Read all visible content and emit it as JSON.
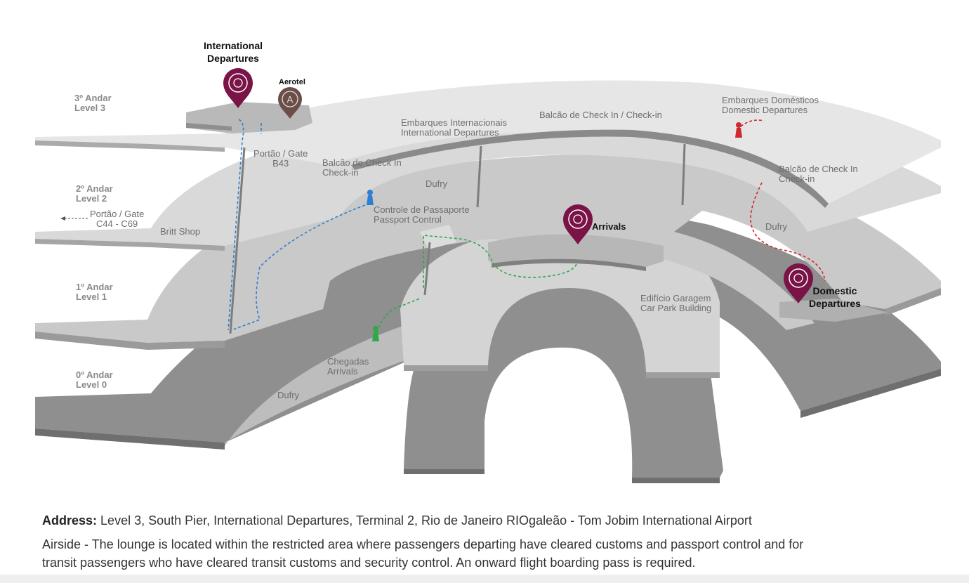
{
  "levels": [
    {
      "pt": "3º Andar",
      "en": "Level 3"
    },
    {
      "pt": "2º Andar",
      "en": "Level 2"
    },
    {
      "pt": "1º Andar",
      "en": "Level 1"
    },
    {
      "pt": "0º Andar",
      "en": "Level 0"
    }
  ],
  "markers": {
    "intl_departures": [
      "International",
      "Departures"
    ],
    "aerotel": "Aerotel",
    "aerotel_glyph": "A",
    "arrivals": "Arrivals",
    "domestic_departures": [
      "Domestic",
      "Departures"
    ]
  },
  "labels": {
    "gate_b43": [
      "Portão / Gate",
      "B43"
    ],
    "gate_c44": [
      "Portão / Gate",
      "C44 - C69"
    ],
    "britt_shop": "Britt Shop",
    "checkin_left": [
      "Balcão de Check In",
      "Check-in"
    ],
    "embarques_intl": [
      "Embarques Internacionais",
      "International Departures"
    ],
    "checkin_top": "Balcão de Check In / Check-in",
    "embarques_dom": [
      "Embarques Domésticos",
      "Domestic Departures"
    ],
    "checkin_right": [
      "Balcão de Check In",
      "Check-in"
    ],
    "dufry_l2": "Dufry",
    "passport": [
      "Controle de Passaporte",
      "Passport Control"
    ],
    "dufry_right": "Dufry",
    "garagem": [
      "Edifício Garagem",
      "Car Park Building"
    ],
    "chegadas": [
      "Chegadas",
      "Arrivals"
    ],
    "dufry_l0": "Dufry"
  },
  "footer": {
    "address_label": "Address:",
    "address": "Level 3, South Pier, International Departures, Terminal 2, Rio de Janeiro RIOgaleão - Tom Jobim International Airport",
    "airside_line1": "Airside - The lounge is located within the restricted area where passengers departing have cleared customs and passport control and for",
    "airside_line2": "transit  passengers who have cleared transit customs and security control. An onward flight boarding pass is required."
  },
  "colors": {
    "pin": "#7a1346",
    "aerotel_pin": "#6b4e48",
    "route_blue": "#2f7fd0",
    "route_green": "#2fa84a",
    "route_red": "#d0282e",
    "floor_dark": "#8c8c8c",
    "floor_mid": "#bdbdbd",
    "floor_light": "#dcdcdc",
    "floor_top": "#e8e8e8"
  }
}
